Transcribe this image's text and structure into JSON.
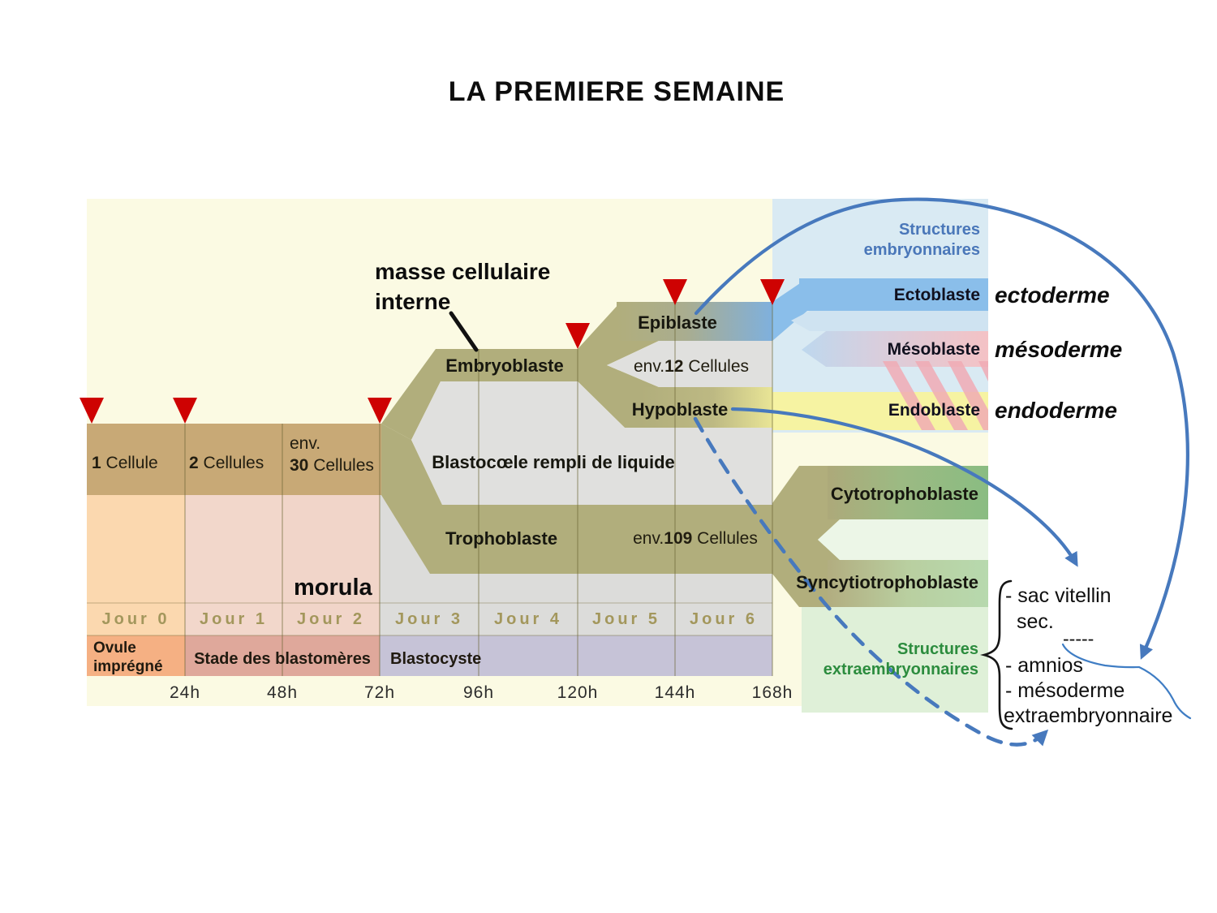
{
  "title": "LA PREMIERE SEMAINE",
  "labels": {
    "masse1": "masse cellulaire",
    "masse2": "interne",
    "morula": "morula"
  },
  "counts": {
    "c1": {
      "num": "1",
      "word": "Cellule"
    },
    "c2": {
      "num": "2",
      "word": "Cellules"
    },
    "c30": {
      "pre": "env.",
      "num": "30",
      "word": "Cellules"
    },
    "c12": {
      "pre": "env.",
      "num": "12",
      "word": "Cellules"
    },
    "c109": {
      "pre": "env.",
      "num": "109",
      "word": "Cellules"
    }
  },
  "stages": {
    "embryoblaste": "Embryoblaste",
    "epiblaste": "Epiblaste",
    "hypoblaste": "Hypoblaste",
    "trophoblaste": "Trophoblaste",
    "blastocoele": "Blastocœle rempli de liquide"
  },
  "panel": {
    "structures_emb1": "Structures",
    "structures_emb2": "embryonnaires",
    "ectoblaste": "Ectoblaste",
    "ectoderme": "ectoderme",
    "mesoblaste": "Mésoblaste",
    "mesoderme": "mésoderme",
    "endoblaste": "Endoblaste",
    "endoderme": "endoderme",
    "cytotrophoblaste": "Cytotrophoblaste",
    "syncytiotrophoblaste": "Syncytiotrophoblaste",
    "structures_extra1": "Structures",
    "structures_extra2": "extraembryonnaires"
  },
  "timeline": {
    "days": [
      "Jour 0",
      "Jour 1",
      "Jour 2",
      "Jour 3",
      "Jour 4",
      "Jour 5",
      "Jour 6"
    ],
    "hours": [
      "24h",
      "48h",
      "72h",
      "96h",
      "120h",
      "144h",
      "168h"
    ]
  },
  "phases": {
    "ovule1": "Ovule",
    "ovule2": "imprégné",
    "blastomeres": "Stade des blastomères",
    "blastocyste": "Blastocyste"
  },
  "notes": {
    "sac": "- sac vitellin",
    "sec": "sec.",
    "dashes": "-----",
    "amnios": "- amnios",
    "meso": "- mésoderme",
    "extra": "extraembryonnaire"
  },
  "colors": {
    "cream_bg": "#fbfae3",
    "lightblue_panel": "#d9eaf3",
    "lightgreen_panel": "#dff0d8",
    "tan_band": "#c8a976",
    "olive_band": "#b1ae7c",
    "grey_interior": "#e0e0de",
    "epiblaste_blue": "#7fb0dd",
    "ectoblaste_blue": "#8abeea",
    "mesoblaste_pink": "#f4c2c5",
    "endoblaste_yellow": "#f6f3a2",
    "cyto_green": "#8abc82",
    "syncytio_green": "#b7d9ae",
    "day0_column": "#fbd8af",
    "day12_column": "#f2d7cb",
    "day36_column": "#dcdcda",
    "ovule_band": "#f5b083",
    "blastomeres_band": "#dfa89b",
    "blastocyste_band": "#c6c3d7",
    "arrow_blue": "#4779bd",
    "marker_red": "#ce0202"
  }
}
